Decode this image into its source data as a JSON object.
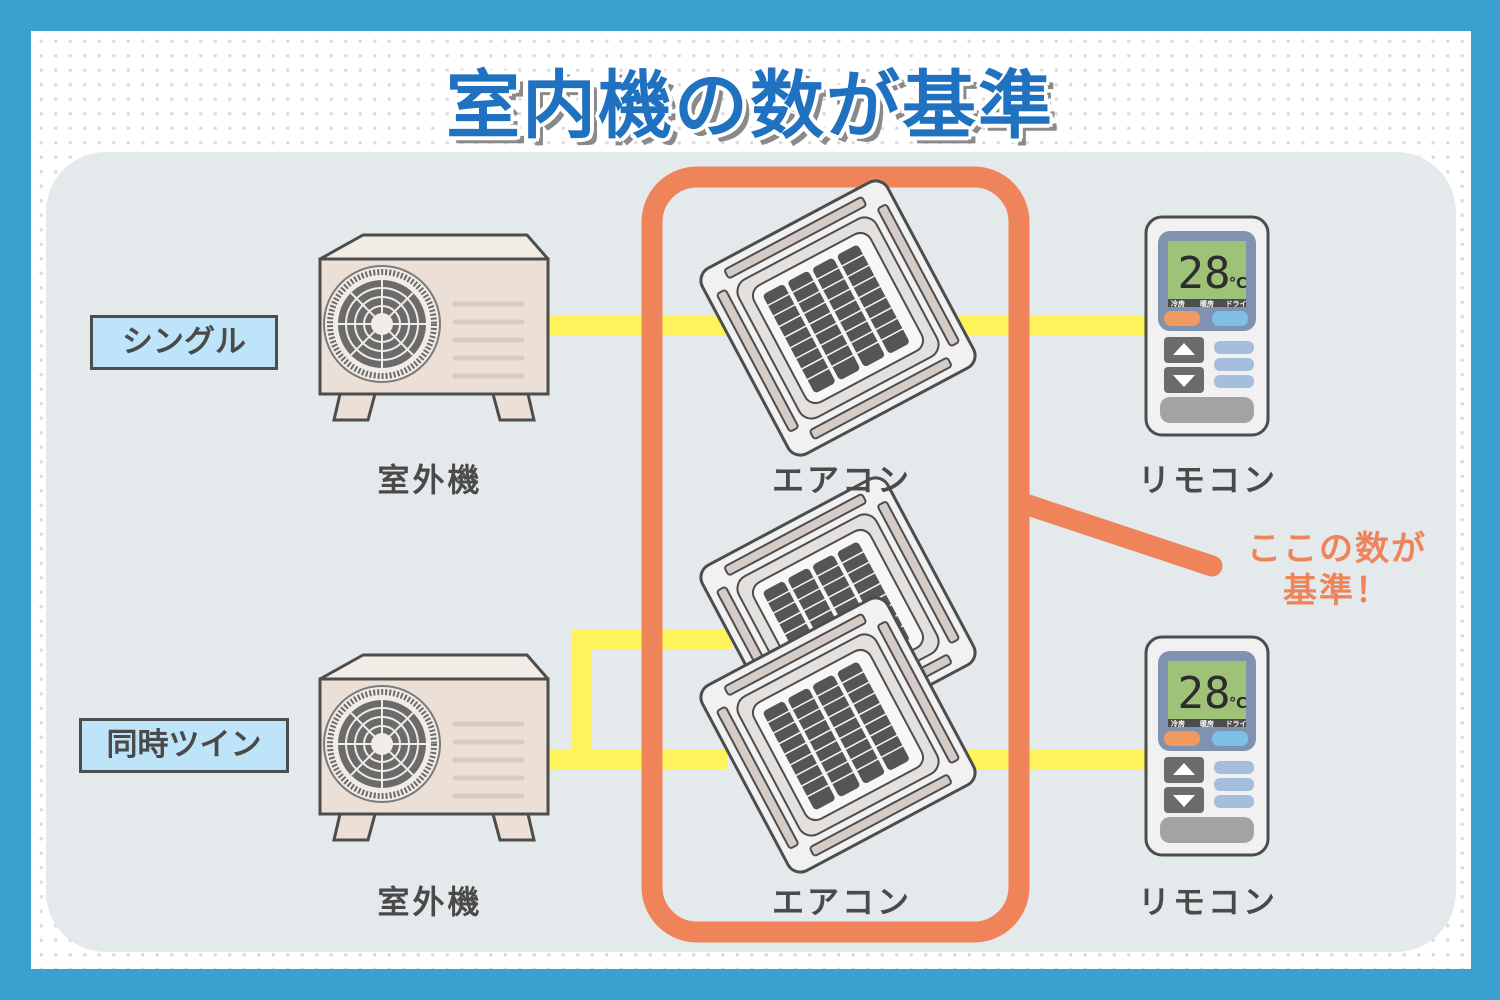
{
  "title": "室内機の数が基準",
  "rows": [
    {
      "tag": "シングル",
      "outdoor_label": "室外機",
      "indoor_label": "エアコン",
      "remote_label": "リモコン",
      "indoor_units": 1
    },
    {
      "tag": "同時ツイン",
      "outdoor_label": "室外機",
      "indoor_label": "エアコン",
      "remote_label": "リモコン",
      "indoor_units": 2
    }
  ],
  "remote": {
    "temperature": "28",
    "unit": "℃",
    "modes": [
      "冷房",
      "暖房",
      "ドライ"
    ]
  },
  "callout": {
    "line1": "ここの数が",
    "line2": "基準！"
  },
  "colors": {
    "frame": "#3aa0cf",
    "title": "#2071bf",
    "highlight": "#ef845a",
    "pipe": "#fff35c",
    "tag_bg": "#bde4f8"
  }
}
